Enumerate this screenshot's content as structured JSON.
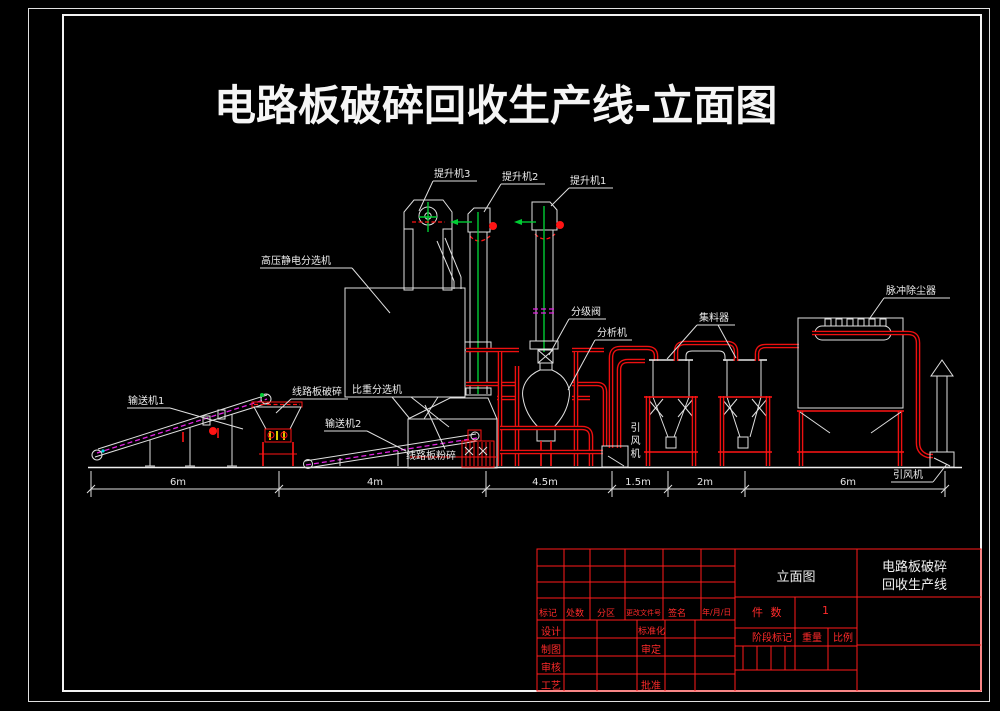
{
  "drawing_title": "电路板破碎回收生产线-立面图",
  "equipment_labels": {
    "hoist_3": "提升机3",
    "hoist_2": "提升机2",
    "hoist_1": "提升机1",
    "electrostatic_separator": "高压静电分选机",
    "pulse_dust_collector": "脉冲除尘器",
    "classifier_valve": "分级阀",
    "analyzer": "分析机",
    "material_collector": "集料器",
    "conveyor_1": "输送机1",
    "board_crusher": "线路板破碎",
    "gravity_separator": "比重分选机",
    "conveyor_2": "输送机2",
    "board_pulverizer": "线路板粉碎",
    "induced_fan_left": "引风机",
    "induced_fan_right": "引风机"
  },
  "dimension_labels": [
    "6m",
    "4m",
    "4.5m",
    "1.5m",
    "2m",
    "6m"
  ],
  "title_block": {
    "view_name": "立面图",
    "product_name_line1": "电路板破碎",
    "product_name_line2": "回收生产线",
    "quantity_label": "件  数",
    "quantity_value": "1",
    "stage_mark_label": "阶段标记",
    "weight_label": "重量",
    "scale_label": "比例",
    "revision_header": [
      "标记",
      "处数",
      "分区",
      "更改文件号",
      "签名",
      "年/月/日"
    ],
    "sign_roles_left": [
      "设计",
      "制图",
      "审核",
      "工艺"
    ],
    "sign_roles_mid": [
      "标准化",
      "审定",
      "批准"
    ]
  },
  "colors": {
    "background": "#000000",
    "line_white": "#e0e0e0",
    "line_red": "#ff1414",
    "line_green": "#00cc33",
    "line_magenta": "#e322e3",
    "line_yellow": "#ddcc00",
    "title_block_red": "#ff2a2a"
  }
}
